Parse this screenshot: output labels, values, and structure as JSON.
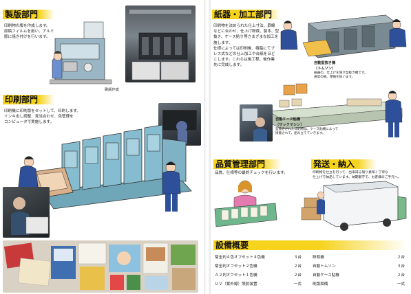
{
  "left_page": {
    "prepress": {
      "title": "製版部門",
      "body": [
        "印刷物の版を作成します。",
        "原稿フィルムを用い、アルミ",
        "版に焼き付けを行います。"
      ],
      "caption": "刷版作成"
    },
    "printing": {
      "title": "印刷部門",
      "body": [
        "印刷機に印刷版をセットして、印刷します。",
        "インキ出し調整、見当合わせ、色管理を",
        "コンピュータで実施します。"
      ]
    }
  },
  "right_page": {
    "converting": {
      "title": "紙器・加工部門",
      "body": [
        "印刷物を決められた仕上寸法、罫線",
        "などに合わせ、仕上げ断裁、製本、型",
        "抜き、ケース貼り等さまざまな加工を",
        "施します。",
        "仕様によっては印刷後、樹脂にてプ",
        "レス式などの仕上加工や合紙をほど",
        "こします。これらは後工程、後作業",
        "先に完成します。"
      ],
      "machine1_label": "自動型抜き機",
      "machine1_name": "（トムソン）",
      "machine1_desc": [
        "紙器の、仕上げを施す型抜き機です。",
        "通常の紙、厚紙を扱います。"
      ],
      "machine2_label": "自動ケース貼機",
      "machine2_name": "（サックマシン）",
      "machine2_desc": [
        "型抜きされた印刷物は、ケース貼機によって",
        "接着されて、組み立てていきます。"
      ]
    },
    "qc": {
      "title": "品質管理部門",
      "body": [
        "品質、仕様等の最終チェックを行います。"
      ]
    },
    "shipping": {
      "title": "発送・納入",
      "body": [
        "印刷物を仕立を行って、出来得る限り素早く丁寧な",
        "仕上げで納品しています。納期厳守で、お客様のご手元へ。"
      ]
    },
    "equipment": {
      "title": "設備概要",
      "left": [
        {
          "name": "菊全判４色オフセット４色機",
          "qty": "３台"
        },
        {
          "name": "菊全判オフセット２色機",
          "qty": "２台"
        },
        {
          "name": "Ａ２判オフセット１色機",
          "qty": "２台"
        },
        {
          "name": "ＵＶ（紫外線）照射装置",
          "qty": "一式"
        }
      ],
      "right": [
        {
          "name": "断裁機",
          "qty": "２台"
        },
        {
          "name": "自動トムソン",
          "qty": "３台"
        },
        {
          "name": "自動ケース貼機",
          "qty": "２台"
        },
        {
          "name": "刷版設備",
          "qty": "一式"
        }
      ]
    }
  },
  "colors": {
    "accent": "#f6d31c",
    "machine_blue": "#7fb3c6",
    "machine_green": "#8fc2a9"
  }
}
